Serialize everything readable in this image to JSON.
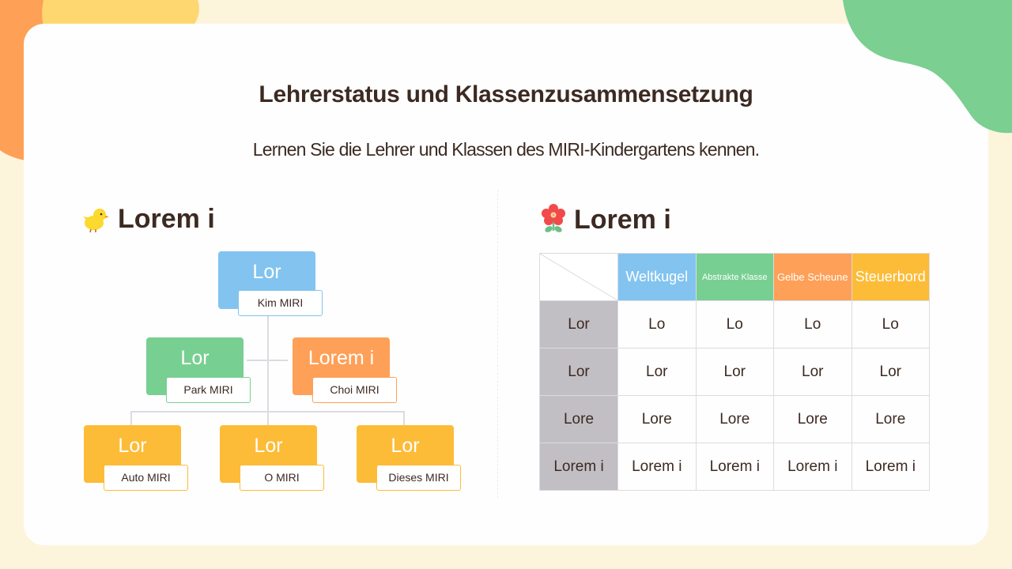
{
  "page": {
    "title": "Lehrerstatus und Klassenzusammensetzung",
    "subtitle": "Lernen Sie die Lehrer und Klassen des MIRI-Kindergartens kennen."
  },
  "colors": {
    "background": "#fdf4dc",
    "card": "#fefefe",
    "text": "#3c2a22",
    "blue": "#82c4ef",
    "green": "#78cf92",
    "orange": "#fea057",
    "yellow": "#fdbc37",
    "gray": "#c2bfc4",
    "blob_orange": "#fea055",
    "blob_yellow": "#fed770",
    "blob_green": "#7acf91"
  },
  "left_section": {
    "icon": "chick-icon",
    "heading": "Lorem i",
    "org_chart": {
      "root": {
        "title": "Lor",
        "name": "Kim MIRI",
        "color": "blue"
      },
      "level2": [
        {
          "title": "Lor",
          "name": "Park MIRI",
          "color": "green"
        },
        {
          "title": "Lorem i",
          "name": "Choi MIRI",
          "color": "orange"
        }
      ],
      "level3": [
        {
          "title": "Lor",
          "name": "Auto MIRI",
          "color": "yellow"
        },
        {
          "title": "Lor",
          "name": "O MIRI",
          "color": "yellow"
        },
        {
          "title": "Lor",
          "name": "Dieses MIRI",
          "color": "yellow"
        }
      ]
    }
  },
  "right_section": {
    "icon": "flower-icon",
    "heading": "Lorem i",
    "table": {
      "columns": [
        {
          "label": "Weltkugel",
          "color": "blue"
        },
        {
          "label": "Abstrakte Klasse",
          "color": "green"
        },
        {
          "label": "Gelbe Scheune",
          "color": "orange"
        },
        {
          "label": "Steuerbord",
          "color": "yellow"
        }
      ],
      "rows": [
        {
          "header": "Lor",
          "cells": [
            "Lo",
            "Lo",
            "Lo",
            "Lo"
          ]
        },
        {
          "header": "Lor",
          "cells": [
            "Lor",
            "Lor",
            "Lor",
            "Lor"
          ]
        },
        {
          "header": "Lore",
          "cells": [
            "Lore",
            "Lore",
            "Lore",
            "Lore"
          ]
        },
        {
          "header": "Lorem i",
          "cells": [
            "Lorem i",
            "Lorem i",
            "Lorem i",
            "Lorem i"
          ]
        }
      ]
    }
  }
}
